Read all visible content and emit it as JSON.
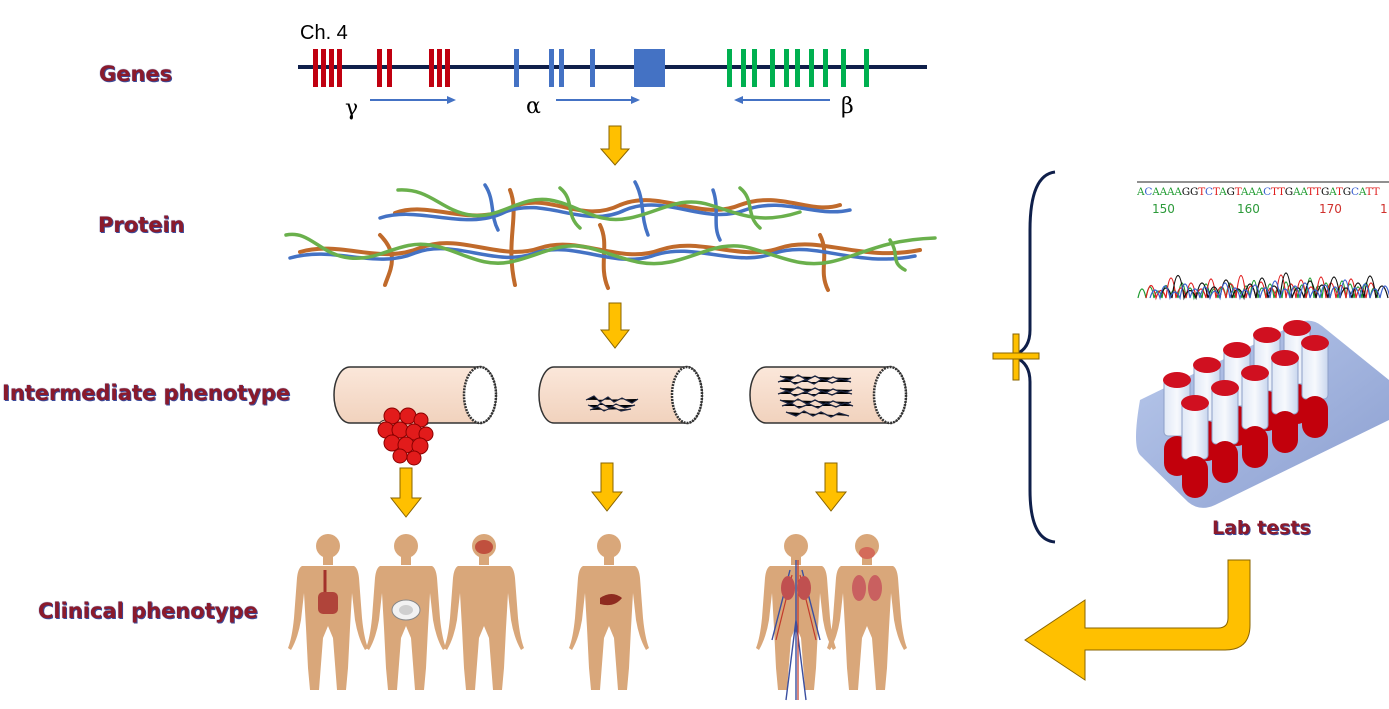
{
  "rows": {
    "genes": "Genes",
    "protein": "Protein",
    "intermediate": "Intermediate phenotype",
    "clinical": "Clinical phenotype"
  },
  "chromosome": {
    "label": "Ch. 4",
    "gamma": "γ",
    "alpha": "α",
    "beta": "β"
  },
  "colors": {
    "gamma_gene": "#c00010",
    "alpha_gene": "#4472c4",
    "beta_gene": "#00b050",
    "chromosome_line": "#0f1f4a",
    "arrow": "#ffc000",
    "row_label": "#8b1a2b",
    "body": "#d9a77a"
  },
  "sequencing": {
    "sequence": "ACAAAAGGTCTAGTAAACTTGAATTGATGCATT",
    "positions": [
      "150",
      "160",
      "170",
      "1"
    ]
  },
  "lab_label": "Lab tests",
  "plus_sign": "+"
}
